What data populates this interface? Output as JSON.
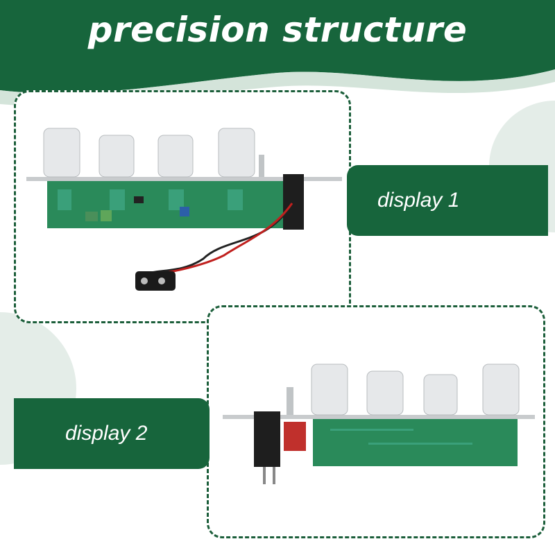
{
  "headline": "precision structure",
  "panels": [
    {
      "label": "display 1"
    },
    {
      "label": "display 2"
    }
  ],
  "colors": {
    "brand_green": "#17653c",
    "frame_border": "#1b5e3a",
    "pcb_green": "#2a8a5a",
    "knob_silver": "#e6e8ea"
  }
}
